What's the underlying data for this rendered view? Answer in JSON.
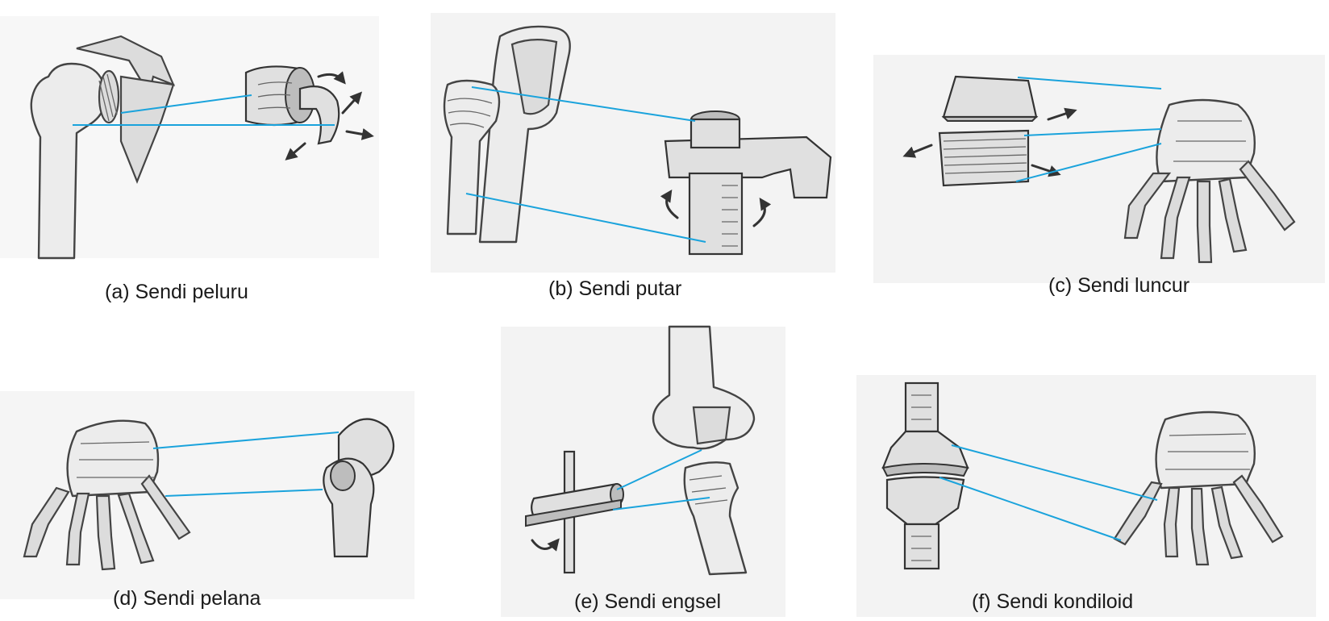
{
  "figures": [
    {
      "id": "a",
      "caption": "(a) Sendi peluru"
    },
    {
      "id": "b",
      "caption": "(b) Sendi putar"
    },
    {
      "id": "c",
      "caption": "(c) Sendi luncur"
    },
    {
      "id": "d",
      "caption": "(d) Sendi pelana"
    },
    {
      "id": "e",
      "caption": "(e) Sendi engsel"
    },
    {
      "id": "f",
      "caption": "(f) Sendi kondiloid"
    }
  ],
  "colors": {
    "pointer_line": "#1aa3dc",
    "panel_background": "#f3f3f3",
    "bone_outline": "#444444"
  }
}
